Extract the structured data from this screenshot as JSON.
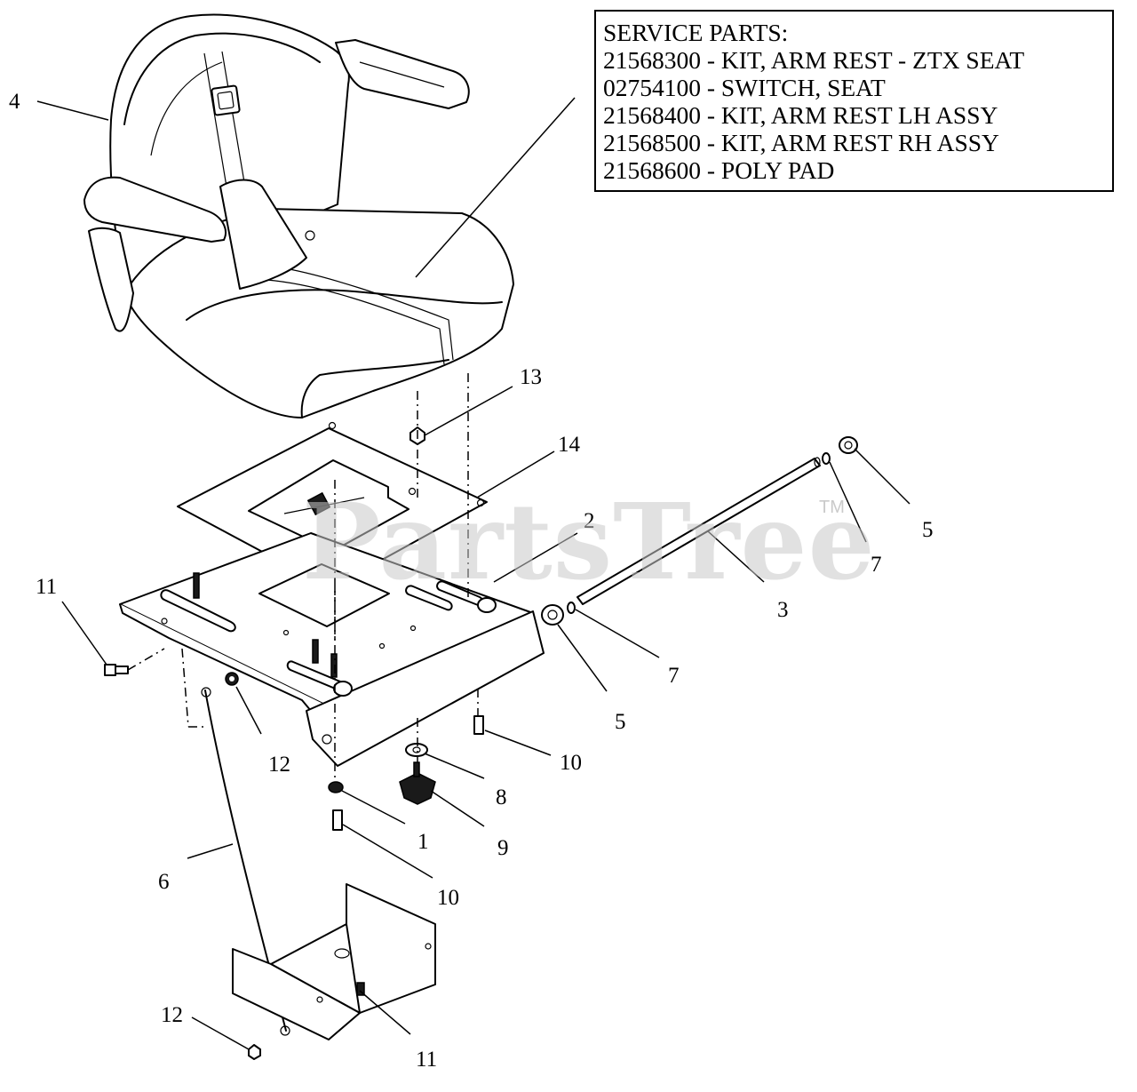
{
  "service_parts": {
    "heading": "SERVICE PARTS:",
    "items": [
      "21568300 - KIT, ARM REST - ZTX SEAT",
      "02754100 - SWITCH, SEAT",
      "21568400 - KIT, ARM REST LH ASSY",
      "21568500 - KIT, ARM REST RH ASSY",
      "21568600 - POLY PAD"
    ]
  },
  "callouts": {
    "c1": "1",
    "c2": "2",
    "c3": "3",
    "c4": "4",
    "c5a": "5",
    "c5b": "5",
    "c6": "6",
    "c7a": "7",
    "c7b": "7",
    "c8": "8",
    "c9": "9",
    "c10a": "10",
    "c10b": "10",
    "c11a": "11",
    "c11b": "11",
    "c12a": "12",
    "c12b": "12",
    "c13": "13",
    "c14": "14"
  },
  "watermark": {
    "text": "PartsTree",
    "tm": "TM"
  }
}
